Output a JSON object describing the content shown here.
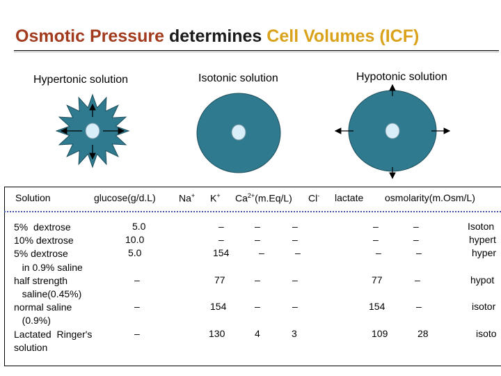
{
  "title": {
    "part1": "Osmotic Pressure",
    "part2": "determines",
    "part3": "Cell Volumes (ICF)"
  },
  "solutions": {
    "hypertonic": "Hypertonic solution",
    "isotonic": "Isotonic solution",
    "hypotonic": "Hypotonic solution"
  },
  "colors": {
    "title_red": "#a23b1d",
    "title_gold": "#d9a21a",
    "cell_fill": "#2f7a8f",
    "nucleus_fill": "#d8eef9",
    "header_rule": "#3a4fb0"
  },
  "table": {
    "headers": {
      "solution": "Solution",
      "glucose": "glucose(g/d.L)",
      "na": "Na",
      "na_sup": "+",
      "k": "K",
      "k_sup": "+",
      "ca": "Ca",
      "ca_sup": "2+",
      "ca_unit": "(m.Eq/L)",
      "cl": "Cl",
      "cl_sup": "-",
      "lactate": "lactate",
      "osmolarity": "osmolarity(m.Osm/L)"
    },
    "row_labels": "5%  dextrose\n10% dextrose\n5% dextrose\n   in 0.9% saline\nhalf strength\n   saline(0.45%)\nnormal saline\n   (0.9%)\nLactated  Ringer's\nsolution",
    "glucose": [
      "5.0",
      "10.0",
      "5.0",
      "–",
      "–",
      "–"
    ],
    "na": [
      "–",
      "–",
      "154",
      "77",
      "154",
      "130"
    ],
    "k": [
      "–",
      "–",
      "–",
      "–",
      "–",
      "4"
    ],
    "ca": [
      "–",
      "–",
      "–",
      "–",
      "–",
      "3"
    ],
    "lactate": [
      "–",
      "–",
      "–",
      "77",
      "154",
      "109"
    ],
    "cl": [
      "–",
      "–",
      "–",
      "–",
      "–",
      "28"
    ],
    "tonicity": [
      "Isoton",
      "hypert",
      "hyper",
      "hypot",
      "isotor",
      "isoto"
    ]
  }
}
